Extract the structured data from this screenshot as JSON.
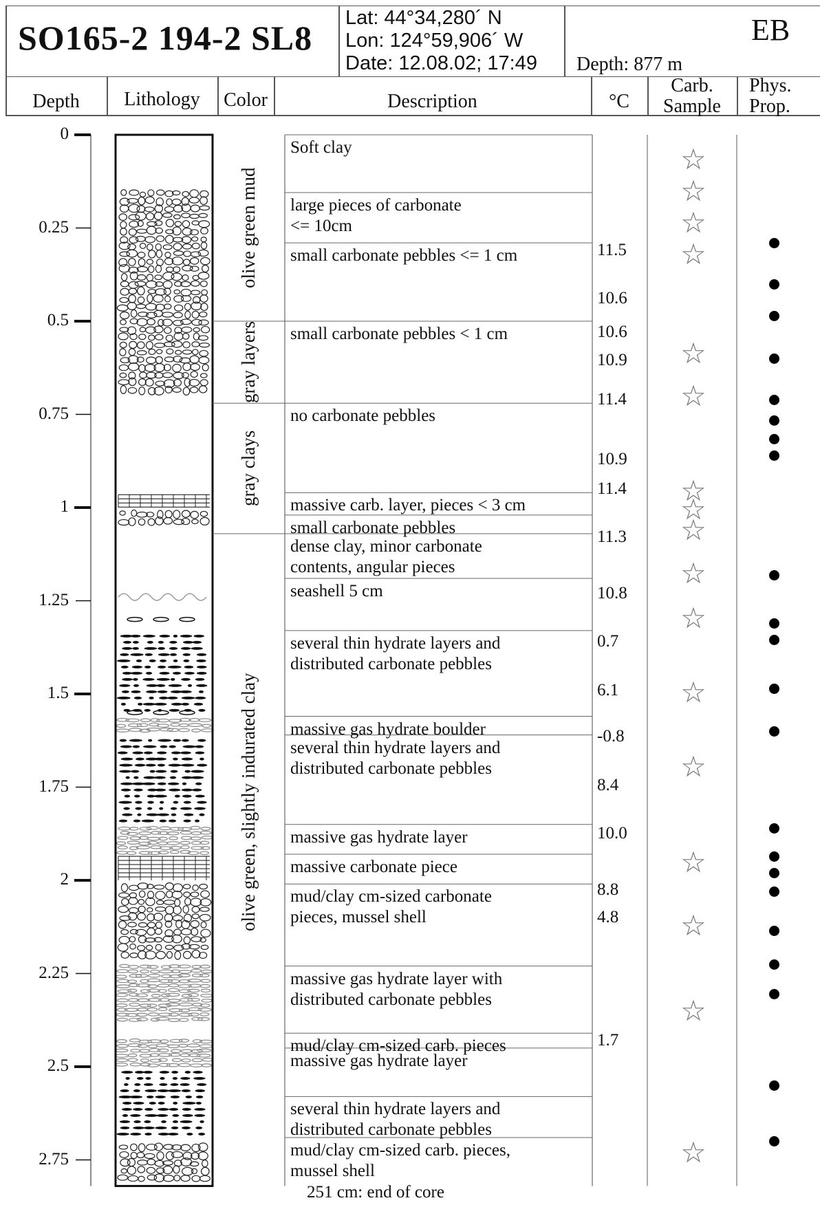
{
  "header": {
    "core_id": "SO165-2 194-2 SL8",
    "lat": "Lat: 44°34,280´ N",
    "lon": "Lon: 124°59,906´ W",
    "date": "Date: 12.08.02; 17:49",
    "depth": "Depth: 877 m",
    "initials": "EB"
  },
  "columns": {
    "depth": "Depth",
    "lithology": "Lithology",
    "color": "Color",
    "description": "Description",
    "temperature": "°C",
    "carb_sample_1": "Carb.",
    "carb_sample_2": "Sample",
    "phys_prop_1": "Phys.",
    "phys_prop_2": "Prop."
  },
  "depth_axis": {
    "unit": "m",
    "ticks": [
      "0",
      "0.25",
      "0.5",
      "0.75",
      "1",
      "1.25",
      "1.5",
      "1.75",
      "2",
      "2.25",
      "2.5",
      "2.75"
    ]
  },
  "color_units": [
    {
      "label": "olive green mud",
      "from": 0.0,
      "to": 0.5
    },
    {
      "label": "gray layers",
      "from": 0.5,
      "to": 0.72
    },
    {
      "label": "gray clays",
      "from": 0.72,
      "to": 1.07
    },
    {
      "label": "olive green, slightly indurated clay",
      "from": 1.07,
      "to": 2.51
    }
  ],
  "lithology_units": [
    {
      "type": "clay",
      "from": 0.0,
      "to": 0.14
    },
    {
      "type": "carbonate-pebbles",
      "from": 0.14,
      "to": 0.71
    },
    {
      "type": "clay",
      "from": 0.71,
      "to": 0.96
    },
    {
      "type": "carbonate-layer",
      "from": 0.96,
      "to": 1.0
    },
    {
      "type": "carbonate-pebbles",
      "from": 1.0,
      "to": 1.06
    },
    {
      "type": "clay",
      "from": 1.06,
      "to": 1.2
    },
    {
      "type": "shell",
      "from": 1.2,
      "to": 1.28
    },
    {
      "type": "clay",
      "from": 1.28,
      "to": 1.33
    },
    {
      "type": "hydrate-layers",
      "from": 1.33,
      "to": 1.56
    },
    {
      "type": "hydrate-massive",
      "from": 1.56,
      "to": 1.61
    },
    {
      "type": "hydrate-layers",
      "from": 1.61,
      "to": 1.85
    },
    {
      "type": "hydrate-massive",
      "from": 1.85,
      "to": 1.93
    },
    {
      "type": "carbonate-layer",
      "from": 1.93,
      "to": 2.0
    },
    {
      "type": "carbonate-pebbles",
      "from": 2.0,
      "to": 2.22
    },
    {
      "type": "hydrate-massive",
      "from": 2.22,
      "to": 2.38
    },
    {
      "type": "clay",
      "from": 2.38,
      "to": 2.42
    },
    {
      "type": "hydrate-massive",
      "from": 2.42,
      "to": 2.5
    },
    {
      "type": "hydrate-layers",
      "from": 2.5,
      "to": 2.7
    },
    {
      "type": "carbonate-pebbles",
      "from": 2.7,
      "to": 2.82
    }
  ],
  "descriptions": [
    {
      "lines": [
        "Soft clay"
      ],
      "from": 0.0,
      "to": 0.155
    },
    {
      "lines": [
        "large pieces of carbonate",
        "<= 10cm"
      ],
      "from": 0.155,
      "to": 0.29
    },
    {
      "lines": [
        "small carbonate pebbles <= 1 cm"
      ],
      "from": 0.29,
      "to": 0.5
    },
    {
      "lines": [
        "small carbonate pebbles < 1 cm"
      ],
      "from": 0.5,
      "to": 0.72
    },
    {
      "lines": [
        "no carbonate pebbles"
      ],
      "from": 0.72,
      "to": 0.96
    },
    {
      "lines": [
        "massive carb. layer, pieces < 3 cm"
      ],
      "from": 0.96,
      "to": 1.02
    },
    {
      "lines": [
        "small carbonate pebbles"
      ],
      "from": 1.02,
      "to": 1.07
    },
    {
      "lines": [
        "dense clay, minor carbonate",
        "contents, angular pieces"
      ],
      "from": 1.07,
      "to": 1.19
    },
    {
      "lines": [
        "seashell 5 cm"
      ],
      "from": 1.19,
      "to": 1.33
    },
    {
      "lines": [
        "several thin hydrate layers and",
        "distributed carbonate pebbles"
      ],
      "from": 1.33,
      "to": 1.56
    },
    {
      "lines": [
        "massive gas hydrate boulder"
      ],
      "from": 1.56,
      "to": 1.61
    },
    {
      "lines": [
        "several thin hydrate layers and",
        "distributed carbonate pebbles"
      ],
      "from": 1.61,
      "to": 1.85
    },
    {
      "lines": [
        "massive gas hydrate layer"
      ],
      "from": 1.85,
      "to": 1.93
    },
    {
      "lines": [
        "massive carbonate piece"
      ],
      "from": 1.93,
      "to": 2.01
    },
    {
      "lines": [
        "mud/clay cm-sized carbonate",
        "pieces, mussel shell"
      ],
      "from": 2.01,
      "to": 2.23
    },
    {
      "lines": [
        "massive gas hydrate layer with",
        "distributed carbonate pebbles"
      ],
      "from": 2.23,
      "to": 2.41
    },
    {
      "lines": [
        "mud/clay cm-sized carb. pieces"
      ],
      "from": 2.41,
      "to": 2.45
    },
    {
      "lines": [
        "massive gas hydrate layer"
      ],
      "from": 2.45,
      "to": 2.58
    },
    {
      "lines": [
        "several thin hydrate layers and",
        "distributed carbonate pebbles"
      ],
      "from": 2.58,
      "to": 2.69
    },
    {
      "lines": [
        "mud/clay cm-sized carb. pieces,",
        "mussel shell"
      ],
      "from": 2.69,
      "to": 2.82
    }
  ],
  "temperatures": [
    {
      "value": "11.5",
      "depth": 0.31
    },
    {
      "value": "10.6",
      "depth": 0.44
    },
    {
      "value": "10.6",
      "depth": 0.53
    },
    {
      "value": "10.9",
      "depth": 0.605
    },
    {
      "value": "11.4",
      "depth": 0.71
    },
    {
      "value": "10.9",
      "depth": 0.87
    },
    {
      "value": "11.4",
      "depth": 0.95
    },
    {
      "value": "11.3",
      "depth": 1.08
    },
    {
      "value": "10.8",
      "depth": 1.23
    },
    {
      "value": "0.7",
      "depth": 1.36
    },
    {
      "value": "6.1",
      "depth": 1.49
    },
    {
      "value": "-0.8",
      "depth": 1.615
    },
    {
      "value": "8.4",
      "depth": 1.745
    },
    {
      "value": "10.0",
      "depth": 1.875
    },
    {
      "value": "8.8",
      "depth": 2.025
    },
    {
      "value": "4.8",
      "depth": 2.1
    },
    {
      "value": "1.7",
      "depth": 2.43
    }
  ],
  "carb_samples": [
    0.07,
    0.155,
    0.24,
    0.325,
    0.59,
    0.705,
    0.96,
    1.01,
    1.065,
    1.18,
    1.3,
    1.5,
    1.7,
    1.955,
    2.125,
    2.355,
    2.735
  ],
  "phys_prop_samples": [
    0.29,
    0.4,
    0.485,
    0.6,
    0.71,
    0.765,
    0.815,
    0.86,
    1.18,
    1.31,
    1.355,
    1.485,
    1.6,
    1.86,
    1.935,
    1.98,
    2.03,
    2.135,
    2.225,
    2.305,
    2.55,
    2.7
  ],
  "footer": "251 cm: end of core"
}
